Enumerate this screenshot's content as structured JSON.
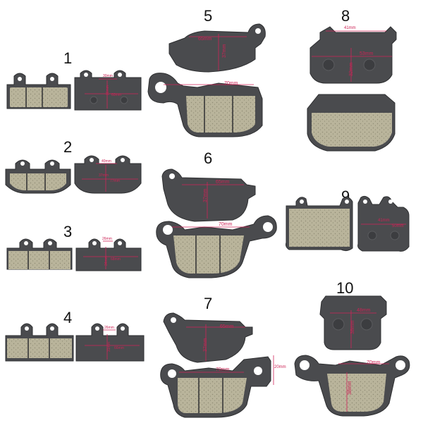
{
  "colors": {
    "plate": "#4a4b4e",
    "plate_edge": "#2e2f31",
    "friction": "#b9b49b",
    "friction_dark": "#8f8b74",
    "measure": "#d0245a"
  },
  "items": [
    {
      "number": "1",
      "dims": [
        "30mm",
        "36mm",
        "60mm"
      ]
    },
    {
      "number": "2",
      "dims": [
        "40mm",
        "37mm",
        "77mm"
      ]
    },
    {
      "number": "3",
      "dims": [
        "26mm",
        "34mm",
        "68mm"
      ]
    },
    {
      "number": "4",
      "dims": [
        "26mm",
        "31mm",
        "66mm"
      ]
    },
    {
      "number": "5",
      "dims": [
        "65mm",
        "37mm",
        "70mm"
      ]
    },
    {
      "number": "6",
      "dims": [
        "65mm",
        "37mm",
        "70mm"
      ]
    },
    {
      "number": "7",
      "dims": [
        "65mm",
        "37mm",
        "70mm",
        "20mm"
      ]
    },
    {
      "number": "8",
      "dims": [
        "41mm",
        "53mm",
        "32mm"
      ]
    },
    {
      "number": "9",
      "dims": [
        "41mm",
        "50mm"
      ]
    },
    {
      "number": "10",
      "dims": [
        "48mm",
        "38mm",
        "70mm",
        "38mm"
      ]
    }
  ]
}
